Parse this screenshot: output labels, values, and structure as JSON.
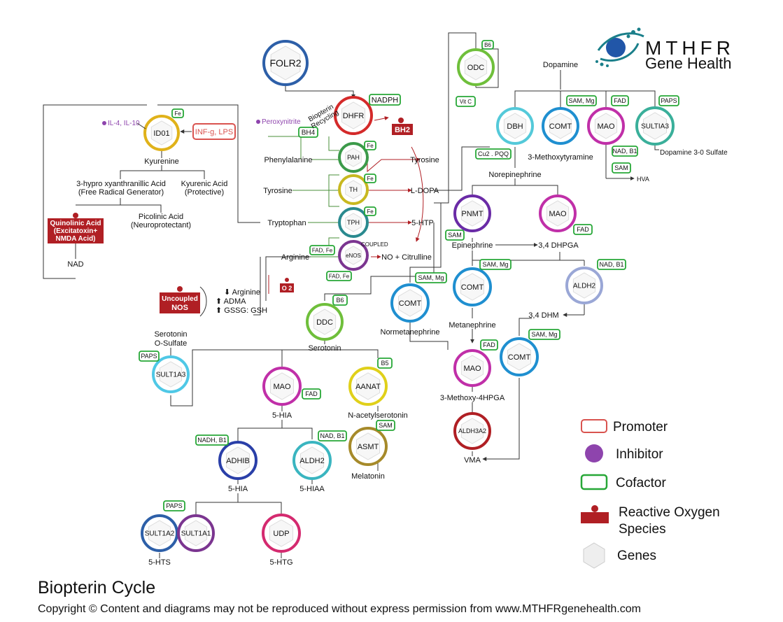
{
  "logo": {
    "line1": "MTHFR",
    "line2": "Gene Health",
    "colors": {
      "teal": "#1a7f8a",
      "blue": "#2156a8"
    }
  },
  "caption": {
    "title": "Biopterin Cycle",
    "copyright": "Copyright © Content and diagrams may not be reproduced without express permission from www.MTHFRgenehealth.com"
  },
  "colors": {
    "promoter": "#d9534f",
    "inhibitor": "#8e44ad",
    "cofactor": "#27a737",
    "ros": "#b01f24",
    "gene_ring": "#888888"
  },
  "legend": {
    "promoter": "Promoter",
    "inhibitor": "Inhibitor",
    "cofactor": "Cofactor",
    "ros_line1": "Reactive Oxygen",
    "ros_line2": "Species",
    "genes": "Genes"
  },
  "genes": {
    "folr2": "FOLR2",
    "dhfr": "DHFR",
    "ido1": "ID01",
    "pah": "PAH",
    "th": "TH",
    "tph": "TPH",
    "enos": "eNOS",
    "odc": "ODC",
    "dbh": "DBH",
    "comt_top": "COMT",
    "mao_top": "MAO",
    "sultia3": "SULTIA3",
    "pnmt": "PNMT",
    "mao_mid": "MAO",
    "comt_epi": "COMT",
    "comt_norm": "COMT",
    "aldh2_right": "ALDH2",
    "comt_right": "COMT",
    "mao_low": "MAO",
    "aldh3a2": "ALDH3A2",
    "ddc": "DDC",
    "sult1a3": "SULT1A3",
    "mao_sero": "MAO",
    "aanat": "AANAT",
    "asmt": "ASMT",
    "adhib": "ADHIB",
    "aldh2_low": "ALDH2",
    "sult1a2": "SULT1A2",
    "sult1a1": "SULT1A1",
    "udp": "UDP"
  },
  "cofactors": {
    "nadph": "NADPH",
    "bh4": "BH4",
    "fe_ido": "Fe",
    "fe_pah": "Fe",
    "fe_th": "Fe",
    "fe_tph": "Fe",
    "fad_fe_1": "FAD, Fe",
    "fad_fe_2": "FAD, Fe",
    "b6_odc": "B6",
    "vitc": "Vit C",
    "cu2_pqq": "Cu2 . PQQ",
    "sam_mg_top": "SAM, Mg",
    "fad_top": "FAD",
    "paps_top": "PAPS",
    "nad_b1_top": "NAD, B1",
    "sam_top": "SAM",
    "sam_pnmt": "SAM",
    "fad_mao_mid": "FAD",
    "sam_mg_epi": "SAM, Mg",
    "sam_mg_norm": "SAM, Mg",
    "nad_b1_right": "NAD, B1",
    "sam_mg_right": "SAM, Mg",
    "fad_mao_low": "FAD",
    "b6_ddc": "B6",
    "paps_sult": "PAPS",
    "fad_sero": "FAD",
    "b5": "B5",
    "sam_asmt": "SAM",
    "nadh_b1": "NADH, B1",
    "nad_b1_low": "NAD, B1",
    "paps_low": "PAPS"
  },
  "labels": {
    "kyurenine": "Kyurenine",
    "hypro_1": "3-hypro xyanthranillic Acid",
    "hypro_2": "(Free Radical Generator)",
    "kyurenic_1": "Kyurenic Acid",
    "kyurenic_2": "(Protective)",
    "picolinic_1": "Picolinic Acid",
    "picolinic_2": "(Neuroprotectant)",
    "nad": "NAD",
    "biopterin_1": "Biopterin",
    "biopterin_2": "Recycling",
    "phenylalanine": "Phenylalanine",
    "tyrosine_left": "Tyrosine",
    "tryptophan": "Tryptophan",
    "arginine": "Arginine",
    "tyrosine_right": "Tyrosine",
    "ldopa": "L-DOPA",
    "five_htp": "5-HTP",
    "no_citrulline": "NO + Citrulline",
    "coupled": "COUPLED",
    "arginine_down": "Arginine",
    "adma_up": "ADMA",
    "gssg_up": "GSSG: GSH",
    "dopamine": "Dopamine",
    "methoxytyramine": "3-Methoxytyramine",
    "dopamine_sulfate": "Dopamine 3-0 Sulfate",
    "hva": "HVA",
    "norepinephrine": "Norepinephrine",
    "epinephrine": "Epinephrine",
    "dhpga": "3,4 DHPGA",
    "metanephrine": "Metanephrine",
    "normetanephrine": "Normetanephrine",
    "dhm": "3,4 DHM",
    "methoxy_hpga": "3-Methoxy-4HPGA",
    "vma": "VMA",
    "serotonin": "Serotonin",
    "sero_sulfate_1": "Serotonin",
    "sero_sulfate_2": "O-Sulfate",
    "five_hia_1": "5-HIA",
    "n_acetyl": "N-acetylserotonin",
    "melatonin": "Melatonin",
    "five_hia_2": "5-HIA",
    "five_hiaa": "5-HIAA",
    "five_hts": "5-HTS",
    "five_htg": "5-HTG",
    "peroxynitrite": "Peroxynitrite",
    "il4": "IL-4, IL-10"
  },
  "promoters": {
    "inf_lps": "INF-g, LPS"
  },
  "ros": {
    "quinolinic_1": "Quinolinic Acid",
    "quinolinic_2": "(Excitatoxin+",
    "quinolinic_3": "NMDA Acid)",
    "bh2": "BH2",
    "uncoupled_1": "Uncoupled",
    "uncoupled_2": "NOS",
    "o2": "O 2"
  }
}
